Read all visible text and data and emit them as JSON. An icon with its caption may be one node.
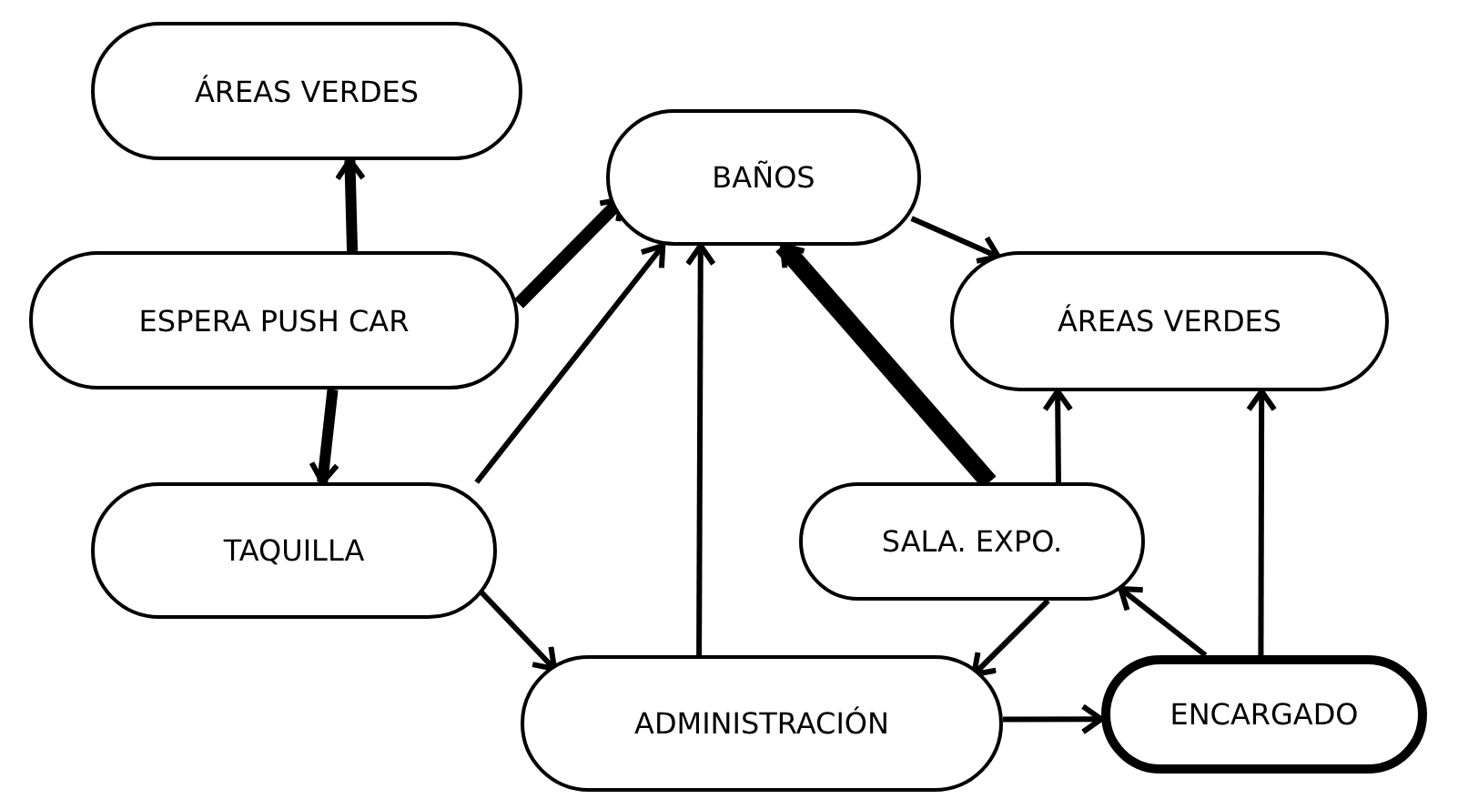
{
  "diagram": {
    "nodes": [
      {
        "text": [
          "ÁREAS VERDES"
        ]
      },
      {
        "text": [
          "BAÑOS"
        ]
      },
      {
        "text": [
          "ESPERA PUSH CAR"
        ]
      },
      {
        "text": [
          "ÁREAS VERDES"
        ]
      },
      {
        "text": [
          "TAQUILLA"
        ]
      },
      {
        "text": [
          "SALA. EXPO."
        ]
      },
      {
        "text": [
          "ADMINISTRACIÓN"
        ]
      },
      {
        "text": [
          "ENCARGADO"
        ]
      }
    ],
    "edges": [
      {
        "from": 2,
        "to": 0,
        "arrow": "to",
        "style": "thick"
      },
      {
        "from": 2,
        "to": 1,
        "arrow": "to",
        "style": "thick"
      },
      {
        "from": 2,
        "to": 4,
        "arrow": "to",
        "style": "thick"
      },
      {
        "from": 4,
        "to": 1,
        "arrow": "to"
      },
      {
        "from": 6,
        "to": 1,
        "arrow": "to"
      },
      {
        "from": 1,
        "to": 3,
        "arrow": "to"
      },
      {
        "from": 5,
        "to": 1,
        "arrow": "to",
        "style": "thick"
      },
      {
        "from": 5,
        "to": 3,
        "arrow": "to"
      },
      {
        "from": 7,
        "to": 3,
        "arrow": "to"
      },
      {
        "from": 7,
        "to": 5,
        "arrow": "to"
      },
      {
        "from": 5,
        "to": 6,
        "arrow": "to"
      },
      {
        "from": 4,
        "to": 6,
        "arrow": "to"
      },
      {
        "from": 6,
        "to": 7,
        "arrow": "to"
      }
    ]
  }
}
